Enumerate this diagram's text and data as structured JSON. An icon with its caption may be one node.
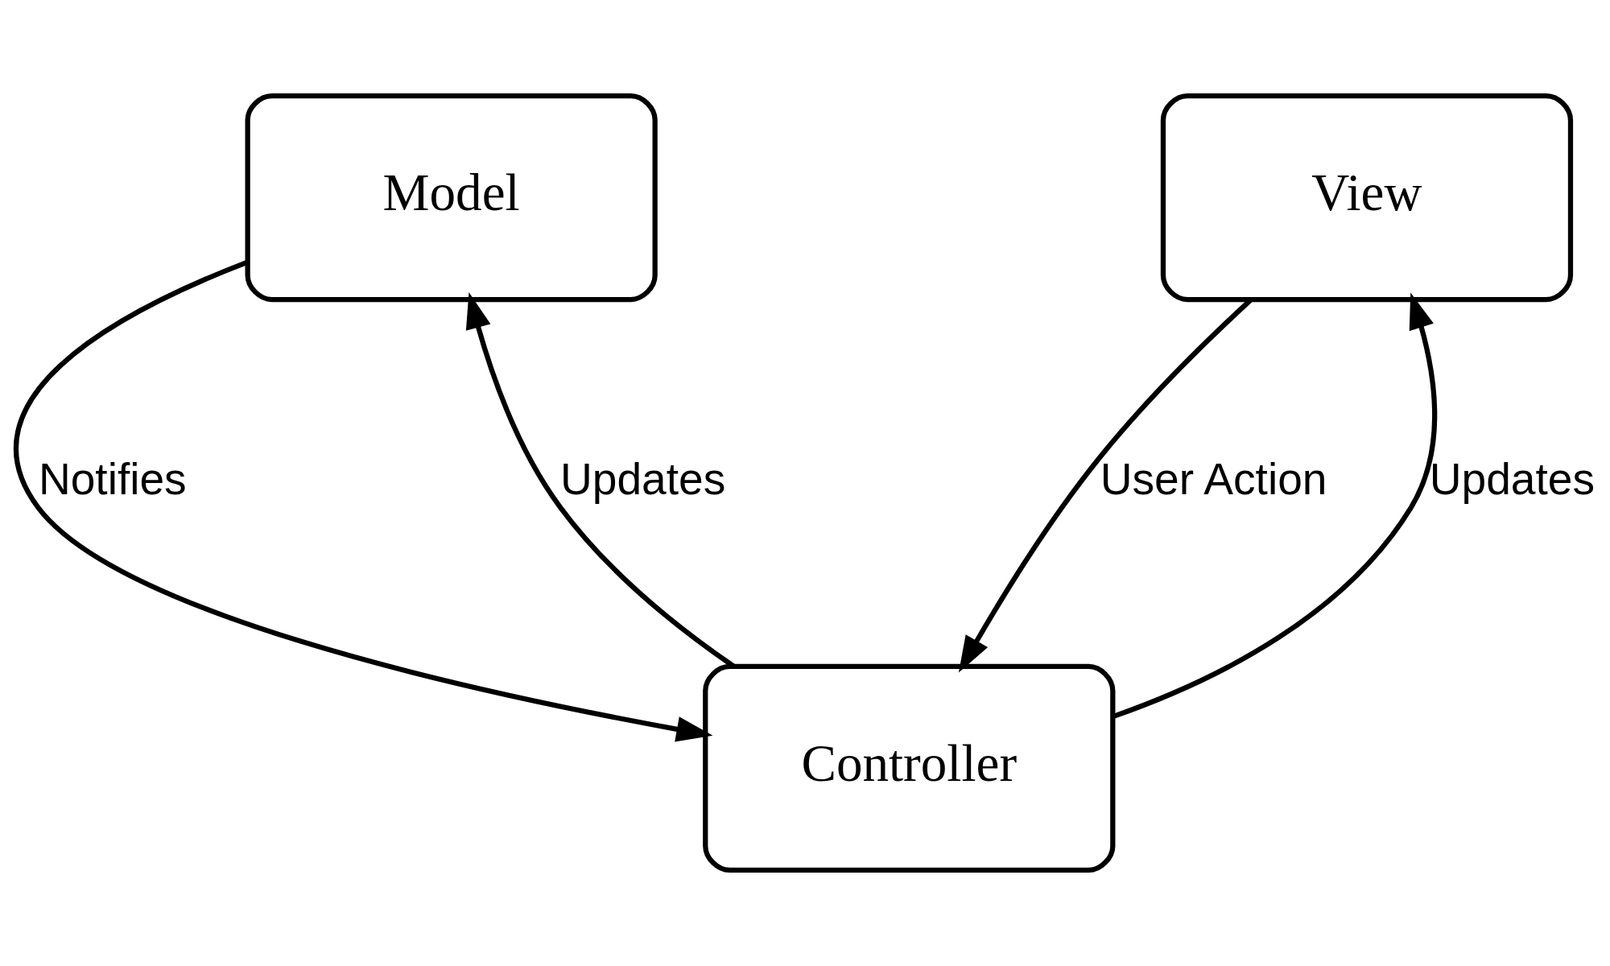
{
  "diagram": {
    "nodes": [
      {
        "text": [
          "Model"
        ]
      },
      {
        "text": [
          "View"
        ]
      },
      {
        "text": [
          "Controller"
        ]
      }
    ],
    "edges": [
      {
        "from": 0,
        "to": 2,
        "arrow": "to",
        "label": "Notifies"
      },
      {
        "from": 2,
        "to": 0,
        "arrow": "to",
        "label": "Updates"
      },
      {
        "from": 1,
        "to": 2,
        "arrow": "to",
        "label": "User Action"
      },
      {
        "from": 2,
        "to": 1,
        "arrow": "to",
        "label": "Updates"
      }
    ]
  }
}
